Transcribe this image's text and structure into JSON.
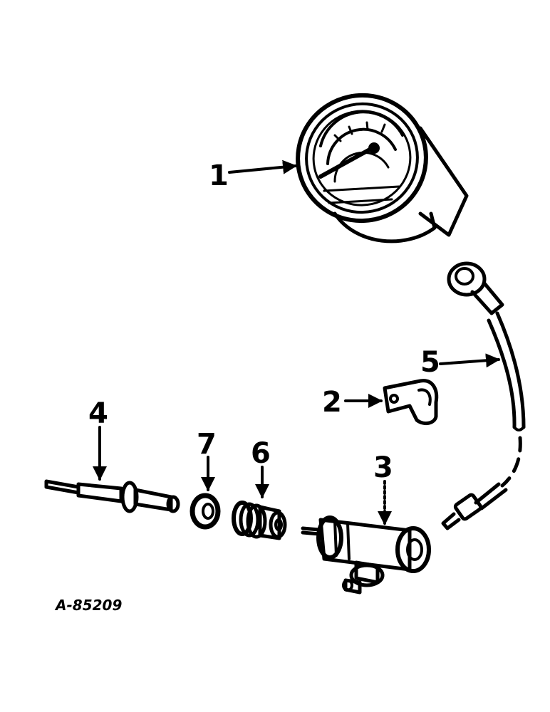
{
  "callouts": {
    "c1": "1",
    "c2": "2",
    "c3": "3",
    "c4": "4",
    "c5": "5",
    "c6": "6",
    "c7": "7"
  },
  "figure_id": "A-85209",
  "icons": {
    "part1": "gauge-icon",
    "part2": "clamp-icon",
    "part3": "adapter-icon",
    "part4": "drive-shaft-icon",
    "part5": "cable-icon",
    "part6": "fitting-icon",
    "part7": "washer-icon"
  }
}
